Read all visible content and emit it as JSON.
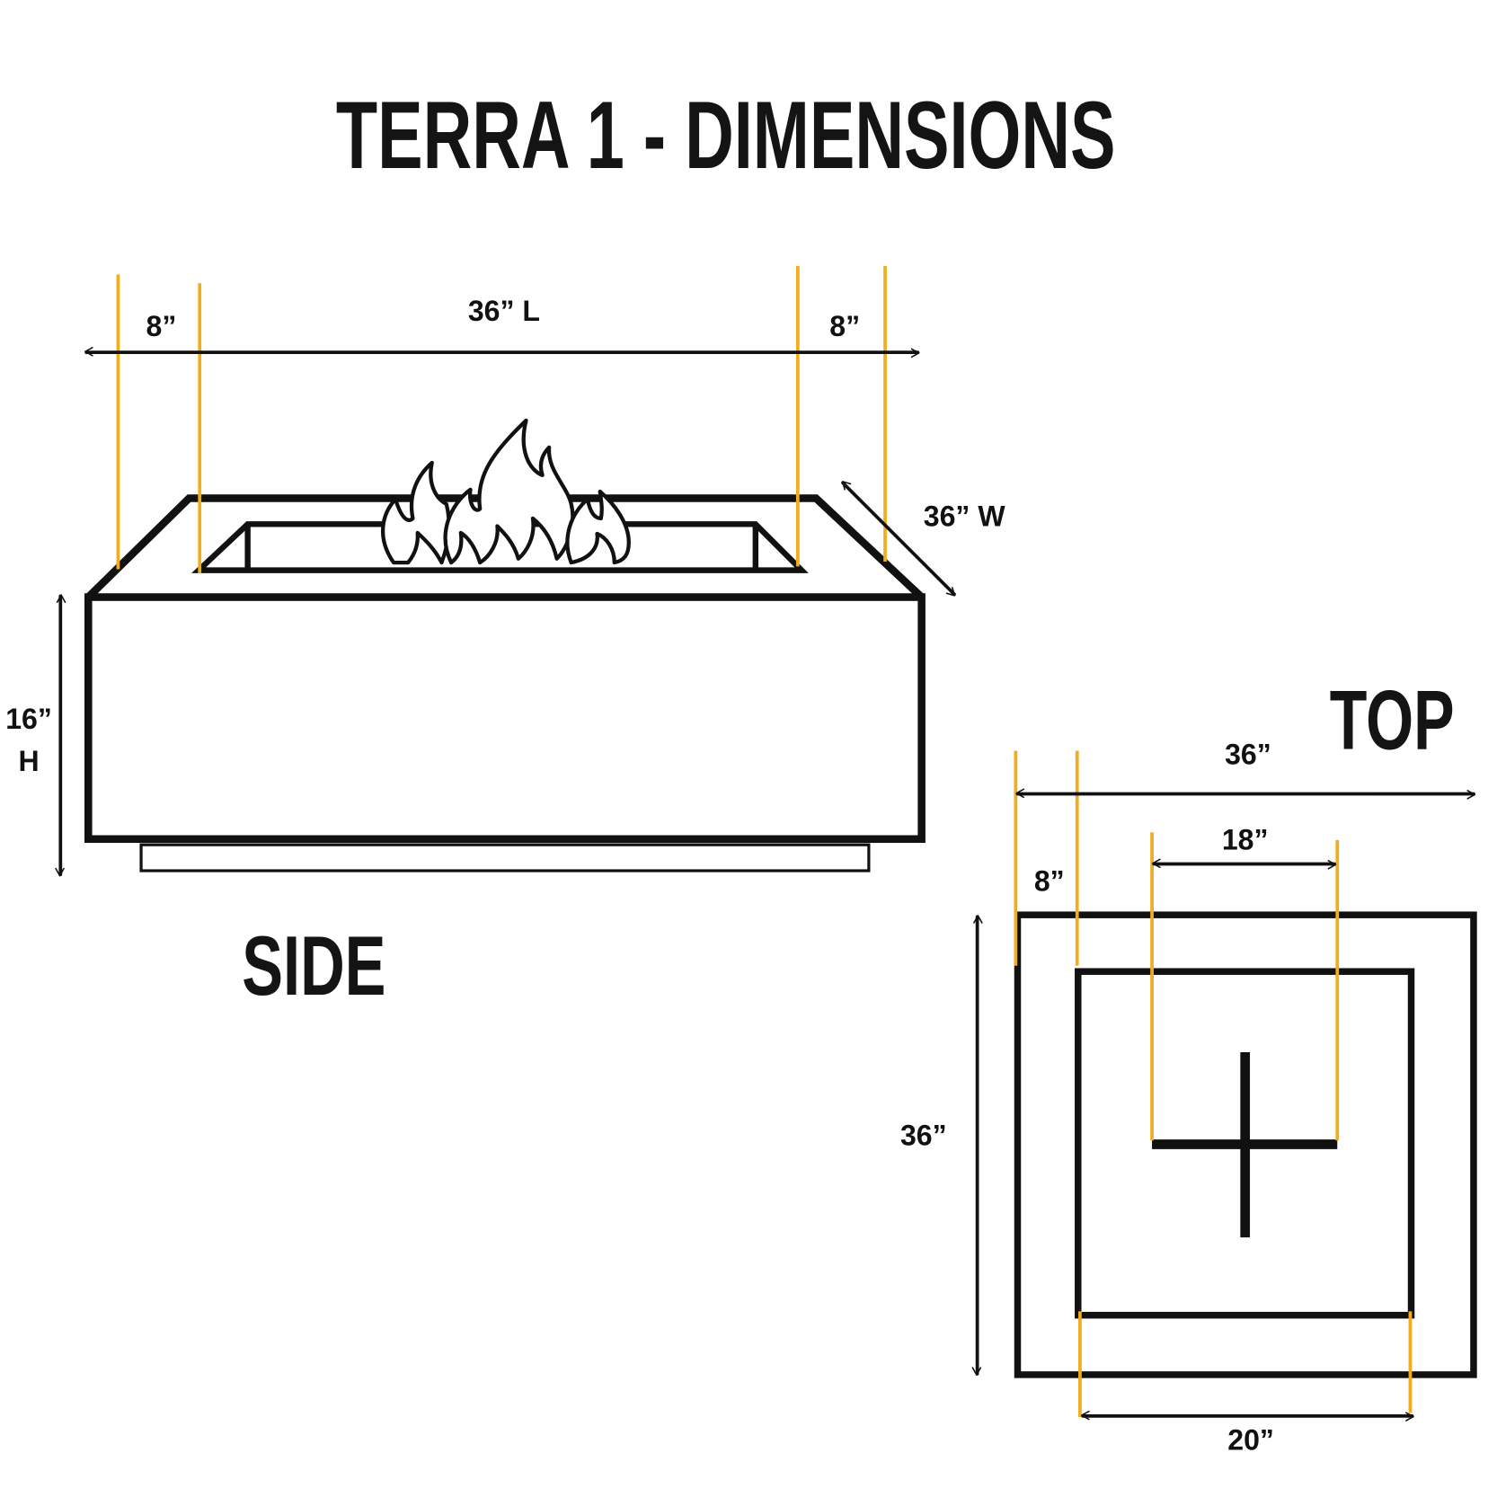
{
  "title": "TERRA 1 - DIMENSIONS",
  "side_view": {
    "heading": "SIDE",
    "length_label": "36” L",
    "left_rim_label": "8”",
    "right_rim_label": "8”",
    "width_label": "36” W",
    "height_label_value": "16”",
    "height_label_unit": "H"
  },
  "top_view": {
    "heading": "TOP",
    "outer_width_label": "36”",
    "burner_label": "18”",
    "rim_label": "8”",
    "outer_depth_label": "36”",
    "opening_label": "20”"
  },
  "colors": {
    "guide_lines": "#f2ac1f",
    "outline": "#111111"
  }
}
